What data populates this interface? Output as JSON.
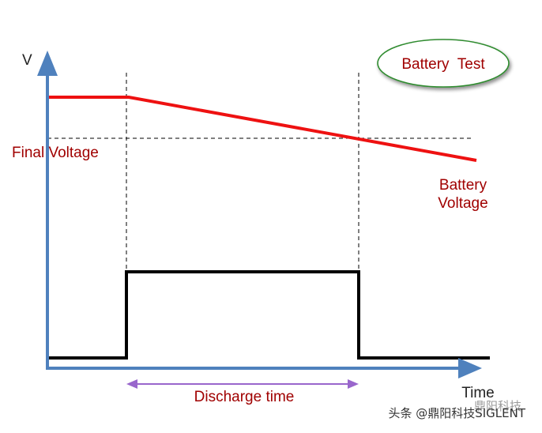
{
  "title": "Battery  Test",
  "axes": {
    "y_label": "V",
    "x_label": "Time"
  },
  "labels": {
    "final_voltage": "Final Voltage",
    "battery_voltage_line1": "Battery",
    "battery_voltage_line2": "Voltage",
    "discharge_time": "Discharge time"
  },
  "watermark": {
    "text": "头条 @鼎阳科技SIGLENT",
    "faint_text": "鼎阳科技"
  },
  "colors": {
    "axis": "#4f81bd",
    "battery_voltage": "#ee1111",
    "label_text": "#a00000",
    "pulse": "#000000",
    "discharge_arrow": "#9966cc",
    "title_ellipse": "#2e8b2e"
  }
}
